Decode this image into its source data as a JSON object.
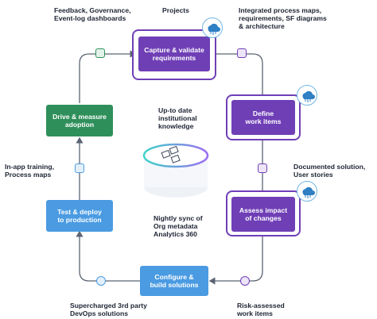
{
  "nodes": {
    "capture": "Capture & validate\nrequirements",
    "define": "Define\nwork items",
    "assess": "Assess impact\nof changes",
    "configure": "Configure &\nbuild solutions",
    "test": "Test & deploy\nto production",
    "drive": "Drive & measure\nadoption"
  },
  "labels": {
    "feedback": "Feedback, Governance,\nEvent-log dashboards",
    "projects": "Projects",
    "integrated": "Integrated process maps,\nrequirements, SF diagrams\n& architecture",
    "uptodate": "Up-to date\ninstitutional\nknowledge",
    "inapp": "In-app training,\nProcess maps",
    "documented": "Documented solution,\nUser stories",
    "nightly": "Nightly sync of\nOrg metadata\nAnalytics 360",
    "supercharged": "Supercharged 3rd party\nDevOps solutions",
    "risk": "Risk-assessed\nwork items"
  },
  "colors": {
    "purple": "#6f3fb6",
    "green": "#2f8f5b",
    "blue": "#4a9be2",
    "connector": "#5b6472"
  }
}
